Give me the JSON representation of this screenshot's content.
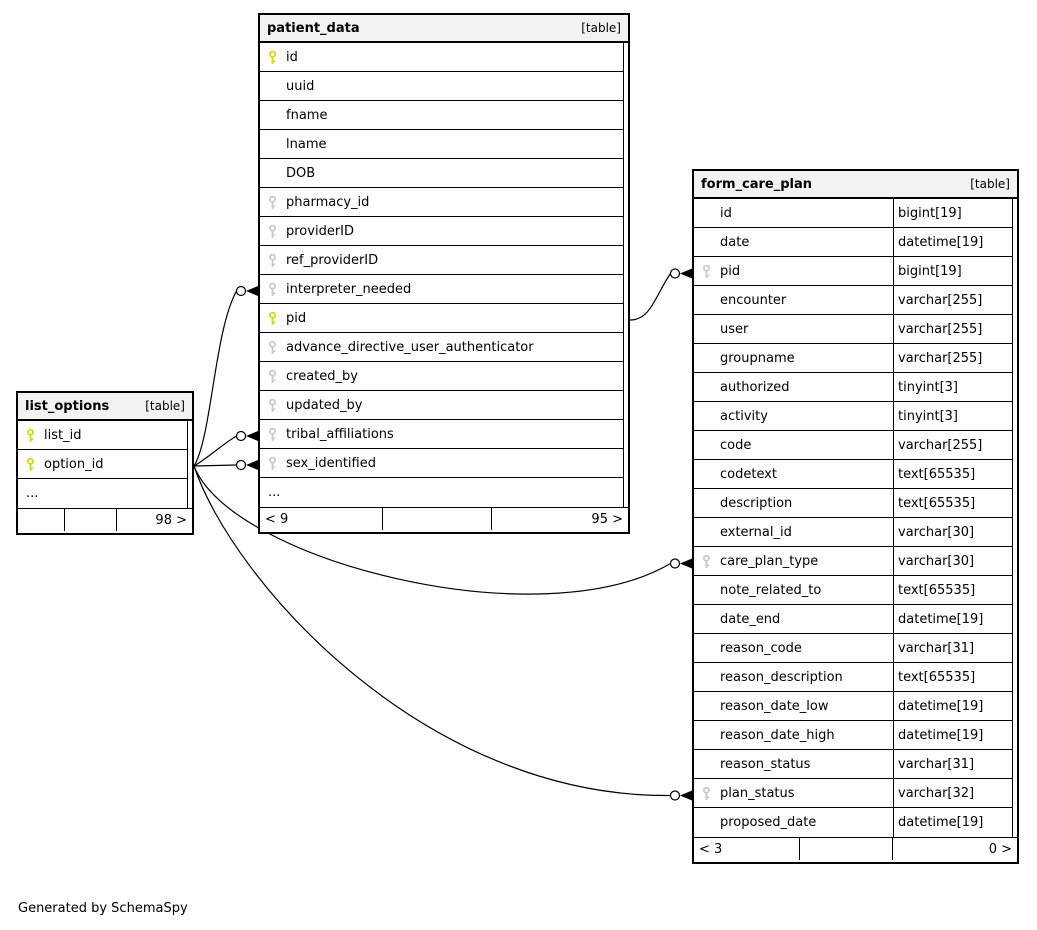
{
  "page": {
    "generated_by": "Generated by SchemaSpy"
  },
  "colors": {
    "primary_key_icon": "#d9d900",
    "foreign_key_icon": "#c9c9c9",
    "header_bg": "#f2f2f2",
    "border": "#000000",
    "edge": "#000000"
  },
  "tables": [
    {
      "title": "patient_data",
      "badge": "[table]",
      "columns": [
        {
          "name": "id",
          "key": "pk"
        },
        {
          "name": "uuid",
          "key": null
        },
        {
          "name": "fname",
          "key": null
        },
        {
          "name": "lname",
          "key": null
        },
        {
          "name": "DOB",
          "key": null
        },
        {
          "name": "pharmacy_id",
          "key": "fk"
        },
        {
          "name": "providerID",
          "key": "fk"
        },
        {
          "name": "ref_providerID",
          "key": "fk"
        },
        {
          "name": "interpreter_needed",
          "key": "fk"
        },
        {
          "name": "pid",
          "key": "pk"
        },
        {
          "name": "advance_directive_user_authenticator",
          "key": "fk"
        },
        {
          "name": "created_by",
          "key": "fk"
        },
        {
          "name": "updated_by",
          "key": "fk"
        },
        {
          "name": "tribal_affiliations",
          "key": "fk"
        },
        {
          "name": "sex_identified",
          "key": "fk"
        },
        {
          "name": "...",
          "key": null,
          "ellipsis": true
        }
      ],
      "footer": {
        "left": "< 9",
        "center": "",
        "right": "95 >"
      }
    },
    {
      "title": "form_care_plan",
      "badge": "[table]",
      "has_types": true,
      "columns": [
        {
          "name": "id",
          "type": "bigint[19]",
          "key": null
        },
        {
          "name": "date",
          "type": "datetime[19]",
          "key": null
        },
        {
          "name": "pid",
          "type": "bigint[19]",
          "key": "fk"
        },
        {
          "name": "encounter",
          "type": "varchar[255]",
          "key": null
        },
        {
          "name": "user",
          "type": "varchar[255]",
          "key": null
        },
        {
          "name": "groupname",
          "type": "varchar[255]",
          "key": null
        },
        {
          "name": "authorized",
          "type": "tinyint[3]",
          "key": null
        },
        {
          "name": "activity",
          "type": "tinyint[3]",
          "key": null
        },
        {
          "name": "code",
          "type": "varchar[255]",
          "key": null
        },
        {
          "name": "codetext",
          "type": "text[65535]",
          "key": null
        },
        {
          "name": "description",
          "type": "text[65535]",
          "key": null
        },
        {
          "name": "external_id",
          "type": "varchar[30]",
          "key": null
        },
        {
          "name": "care_plan_type",
          "type": "varchar[30]",
          "key": "fk"
        },
        {
          "name": "note_related_to",
          "type": "text[65535]",
          "key": null
        },
        {
          "name": "date_end",
          "type": "datetime[19]",
          "key": null
        },
        {
          "name": "reason_code",
          "type": "varchar[31]",
          "key": null
        },
        {
          "name": "reason_description",
          "type": "text[65535]",
          "key": null
        },
        {
          "name": "reason_date_low",
          "type": "datetime[19]",
          "key": null
        },
        {
          "name": "reason_date_high",
          "type": "datetime[19]",
          "key": null
        },
        {
          "name": "reason_status",
          "type": "varchar[31]",
          "key": null
        },
        {
          "name": "plan_status",
          "type": "varchar[32]",
          "key": "fk"
        },
        {
          "name": "proposed_date",
          "type": "datetime[19]",
          "key": null
        }
      ],
      "footer": {
        "left": "< 3",
        "center": "",
        "right": "0 >"
      }
    },
    {
      "title": "list_options",
      "badge": "[table]",
      "columns": [
        {
          "name": "list_id",
          "key": "pk"
        },
        {
          "name": "option_id",
          "key": "pk"
        },
        {
          "name": "...",
          "key": null,
          "ellipsis": true
        }
      ],
      "footer": {
        "left": "",
        "center": "",
        "right": "98 >"
      }
    }
  ],
  "relationships": [
    {
      "from": "patient_data.pid",
      "to": "form_care_plan.pid"
    },
    {
      "from": "list_options.option_id",
      "to": "patient_data.interpreter_needed"
    },
    {
      "from": "list_options.option_id",
      "to": "patient_data.tribal_affiliations"
    },
    {
      "from": "list_options.option_id",
      "to": "patient_data.sex_identified"
    },
    {
      "from": "list_options.option_id",
      "to": "form_care_plan.care_plan_type"
    },
    {
      "from": "list_options.option_id",
      "to": "form_care_plan.plan_status"
    }
  ]
}
